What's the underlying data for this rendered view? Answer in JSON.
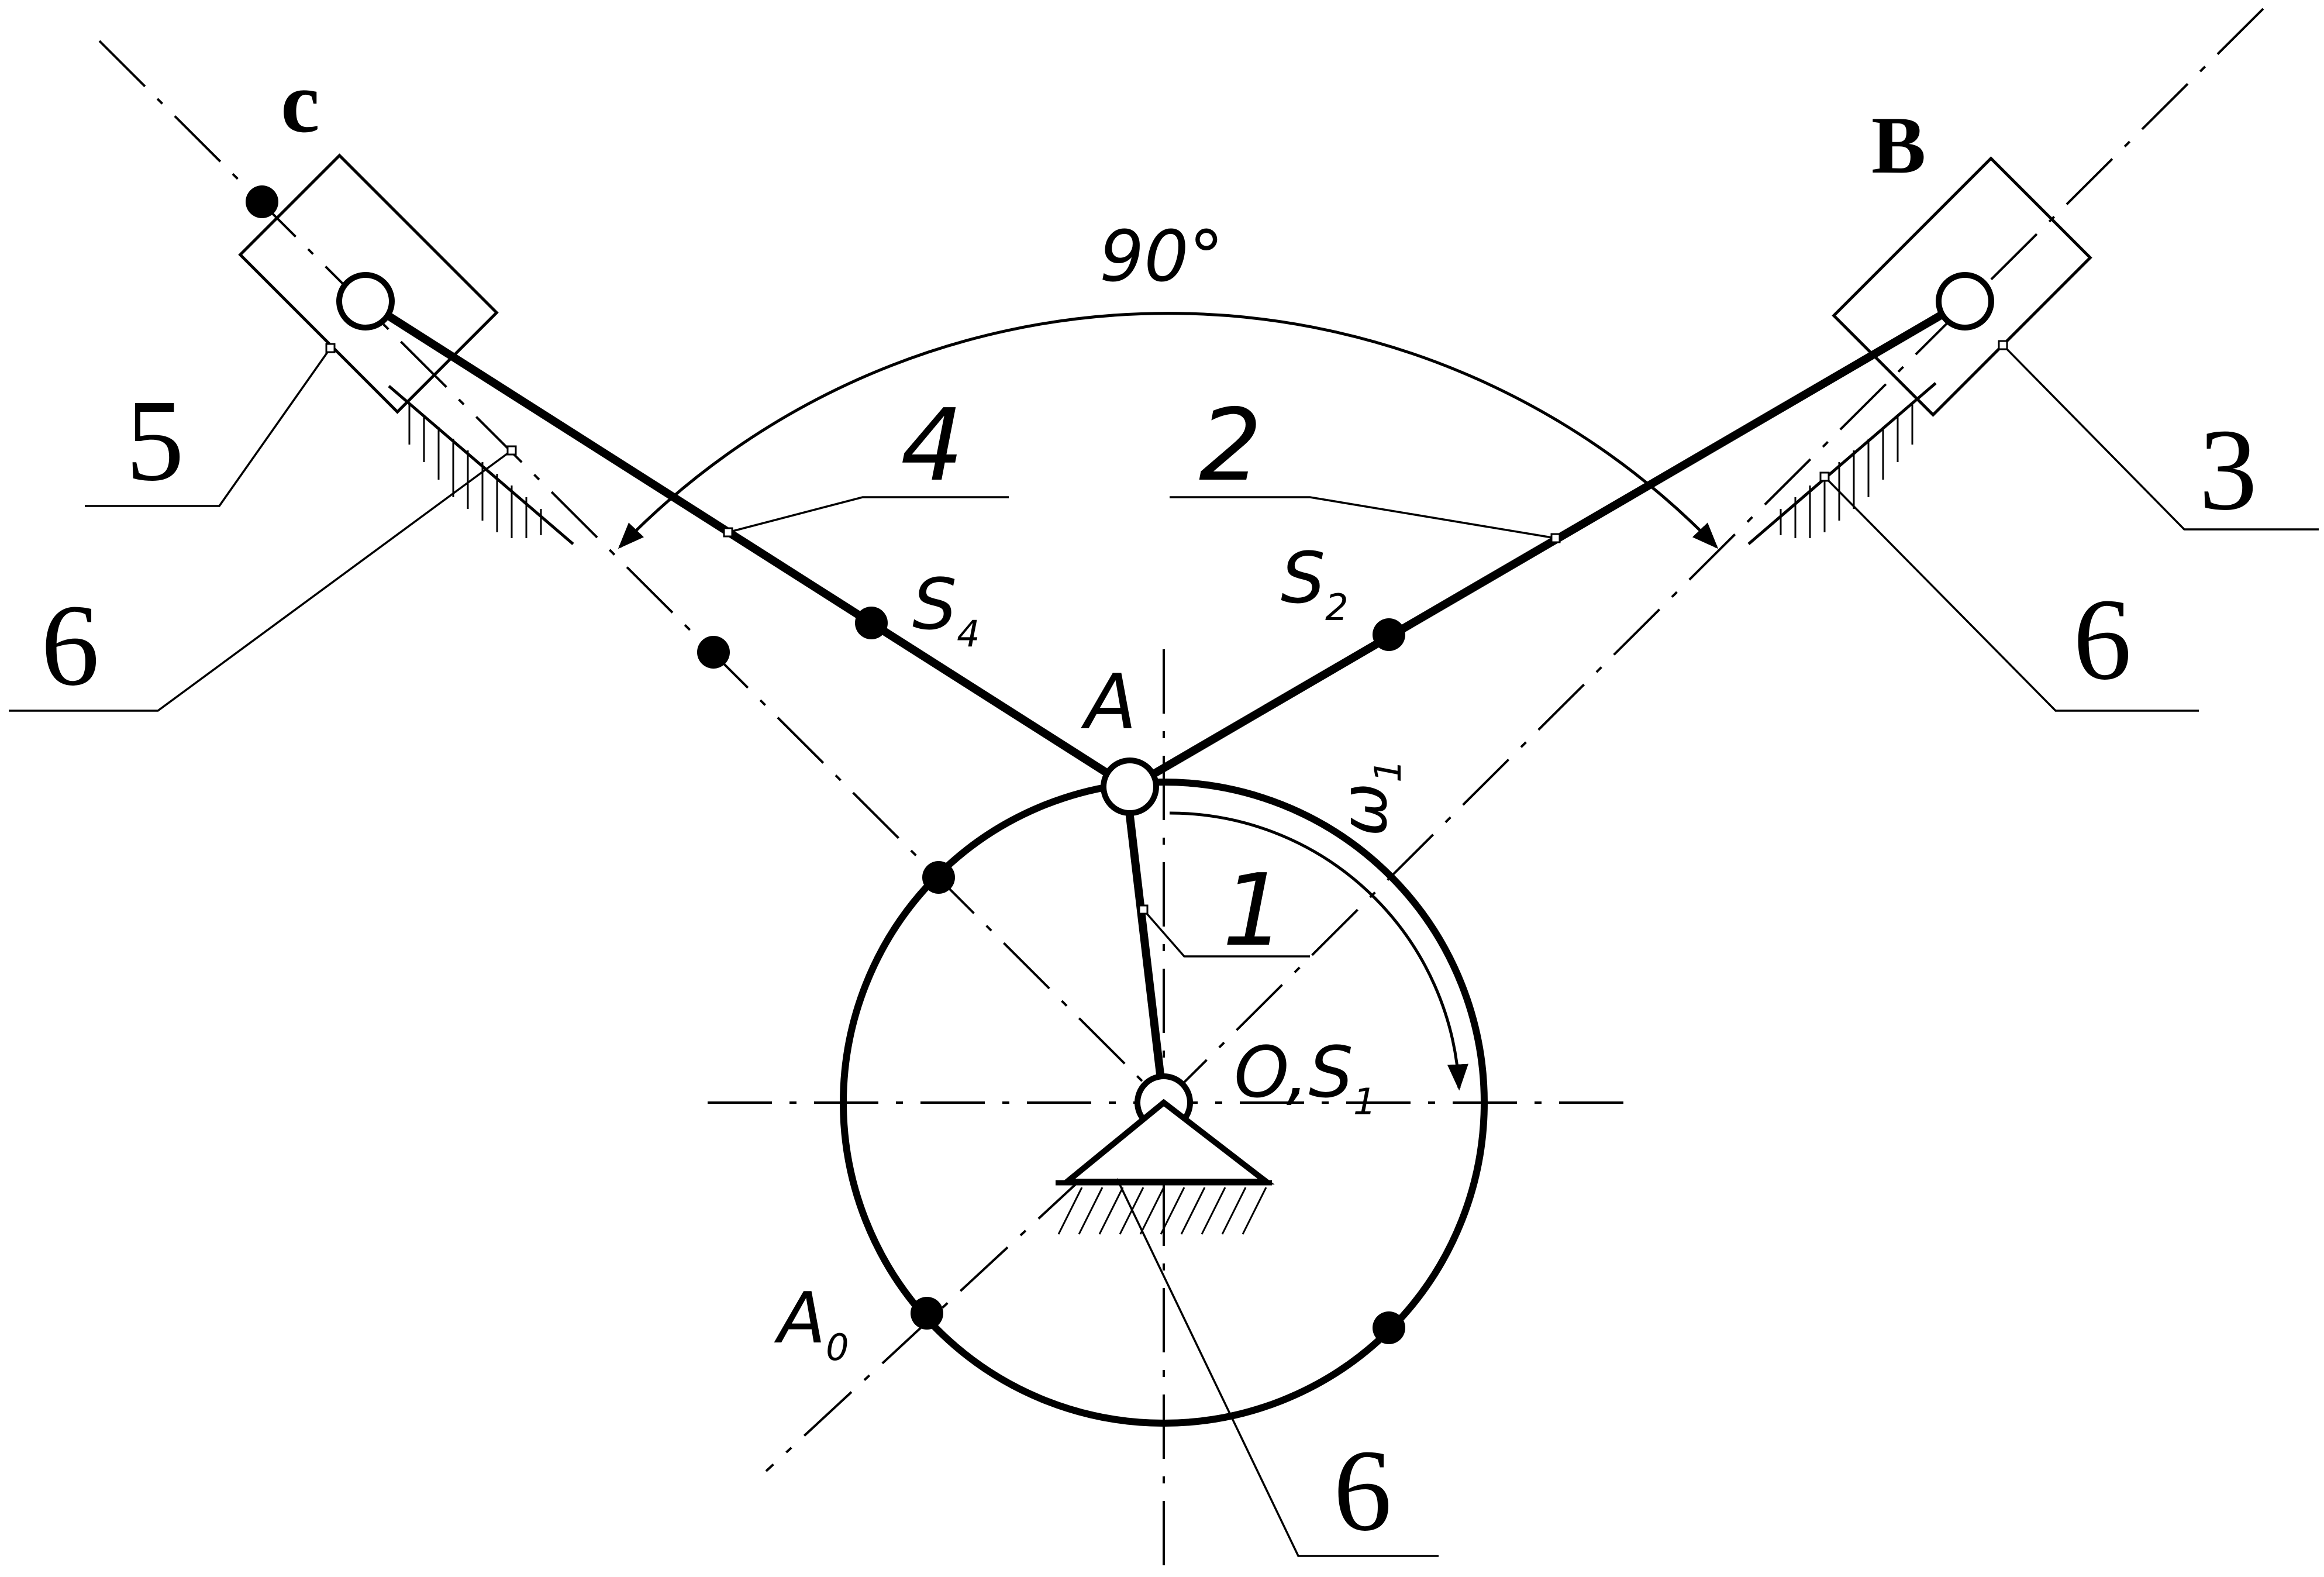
{
  "labels": {
    "point_c": "c",
    "point_b": "B",
    "angle": "90°",
    "link_5": "5",
    "link_4": "4",
    "link_2": "2",
    "link_3": "3",
    "link_6_left": "6",
    "link_6_right": "6",
    "link_6_bottom": "6",
    "link_1": "1",
    "point_a": "A",
    "omega": "ω",
    "omega_sub": "1",
    "s4": "S",
    "s4_sub": "4",
    "s2": "S",
    "s2_sub": "2",
    "os1_o": "O,S",
    "os1_sub": "1",
    "a0": "A",
    "a0_sub": "0"
  }
}
